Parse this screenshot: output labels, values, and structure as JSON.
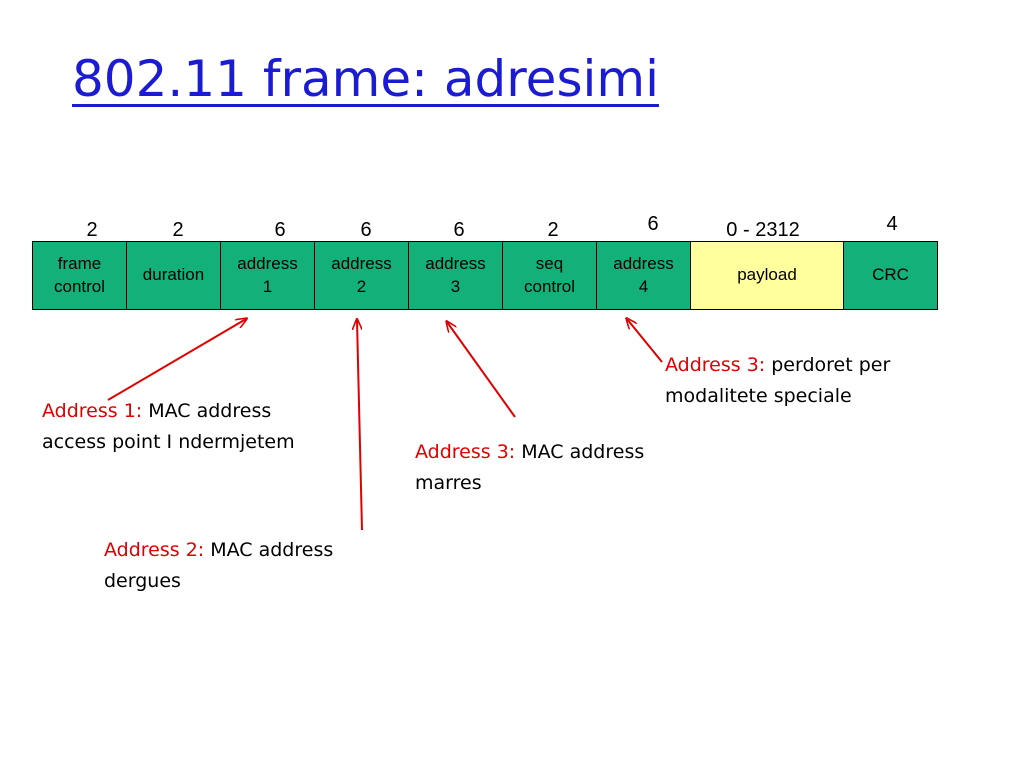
{
  "title": "802.11 frame: adresimi",
  "frame": {
    "sizes": [
      "2",
      "2",
      "6",
      "6",
      "6",
      "2",
      "6",
      "0 - 2312",
      "4"
    ],
    "fields": [
      {
        "label_line1": "frame",
        "label_line2": "control"
      },
      {
        "label_line1": "duration",
        "label_line2": ""
      },
      {
        "label_line1": "address",
        "label_line2": "1"
      },
      {
        "label_line1": "address",
        "label_line2": "2"
      },
      {
        "label_line1": "address",
        "label_line2": "3"
      },
      {
        "label_line1": "seq",
        "label_line2": "control"
      },
      {
        "label_line1": "address",
        "label_line2": "4"
      },
      {
        "label_line1": "payload",
        "label_line2": ""
      },
      {
        "label_line1": "CRC",
        "label_line2": ""
      }
    ]
  },
  "notes": {
    "address1": {
      "label": "Address 1:",
      "text": " MAC address",
      "line2": "access point I ndermjetem"
    },
    "address2": {
      "label": "Address 2:",
      "text": " MAC address",
      "line2": "dergues"
    },
    "address3": {
      "label": "Address 3:",
      "text": " MAC address",
      "line2": "marres"
    },
    "address4": {
      "label": "Address 3:",
      "text": " perdoret per",
      "line2": "modalitete speciale"
    }
  },
  "colors": {
    "field_fill": "#14b07a",
    "payload_fill": "#ffff9e",
    "arrow": "#e00000",
    "title": "#1b1bd1"
  }
}
